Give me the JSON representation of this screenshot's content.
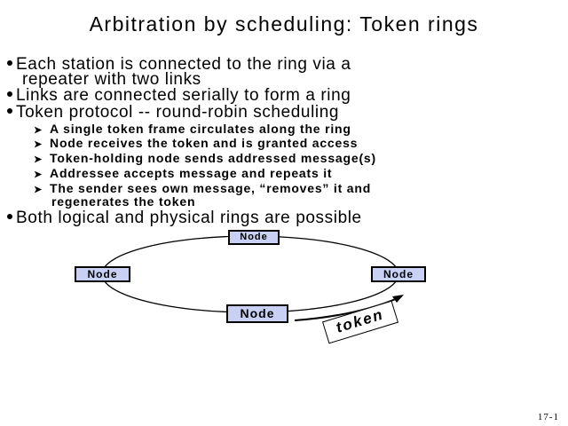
{
  "title": "Arbitration by scheduling: Token rings",
  "bullets": [
    {
      "line1": "Each station is connected to the ring via a",
      "line2": "repeater with two links"
    },
    {
      "line1": "Links are connected serially to form a ring"
    },
    {
      "line1": "Token protocol -- round-robin scheduling"
    },
    {
      "line1": "Both logical and physical rings are possible"
    }
  ],
  "sub_bullets": [
    "A single token frame circulates along the ring",
    "Node receives the token and is granted access",
    "Token-holding node sends addressed message(s)",
    "Addressee accepts message and repeats it",
    "The sender sees own message, “removes” it and"
  ],
  "sub_bullet_cont": "regenerates the token",
  "diagram": {
    "node_label": "Node",
    "token_label": "token",
    "node_color": "#c8d0f4"
  },
  "page_number": "17-1"
}
